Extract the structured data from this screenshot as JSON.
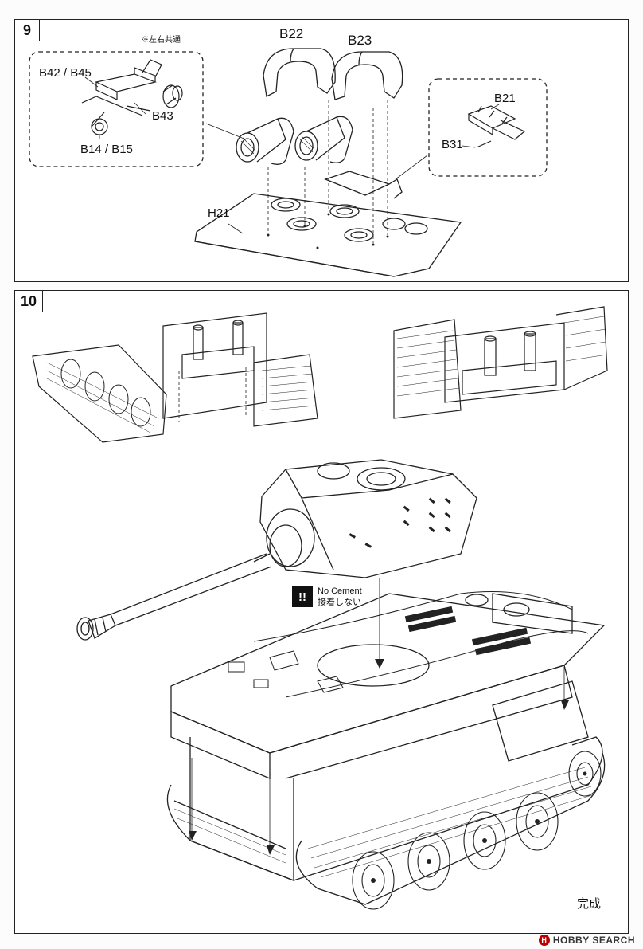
{
  "step9": {
    "number": "9",
    "note": "※左右共通",
    "labels": {
      "b42_b45": "B42 / B45",
      "b43": "B43",
      "b14_b15": "B14 / B15",
      "b22": "B22",
      "b23": "B23",
      "b21": "B21",
      "b31": "B31",
      "h21": "H21"
    }
  },
  "step10": {
    "number": "10",
    "warning": {
      "icon": "!!",
      "line1": "No Cement",
      "line2": "接着しない"
    },
    "complete": "完成"
  },
  "footer": {
    "logo_letter": "H",
    "brand": "HOBBY SEARCH"
  }
}
